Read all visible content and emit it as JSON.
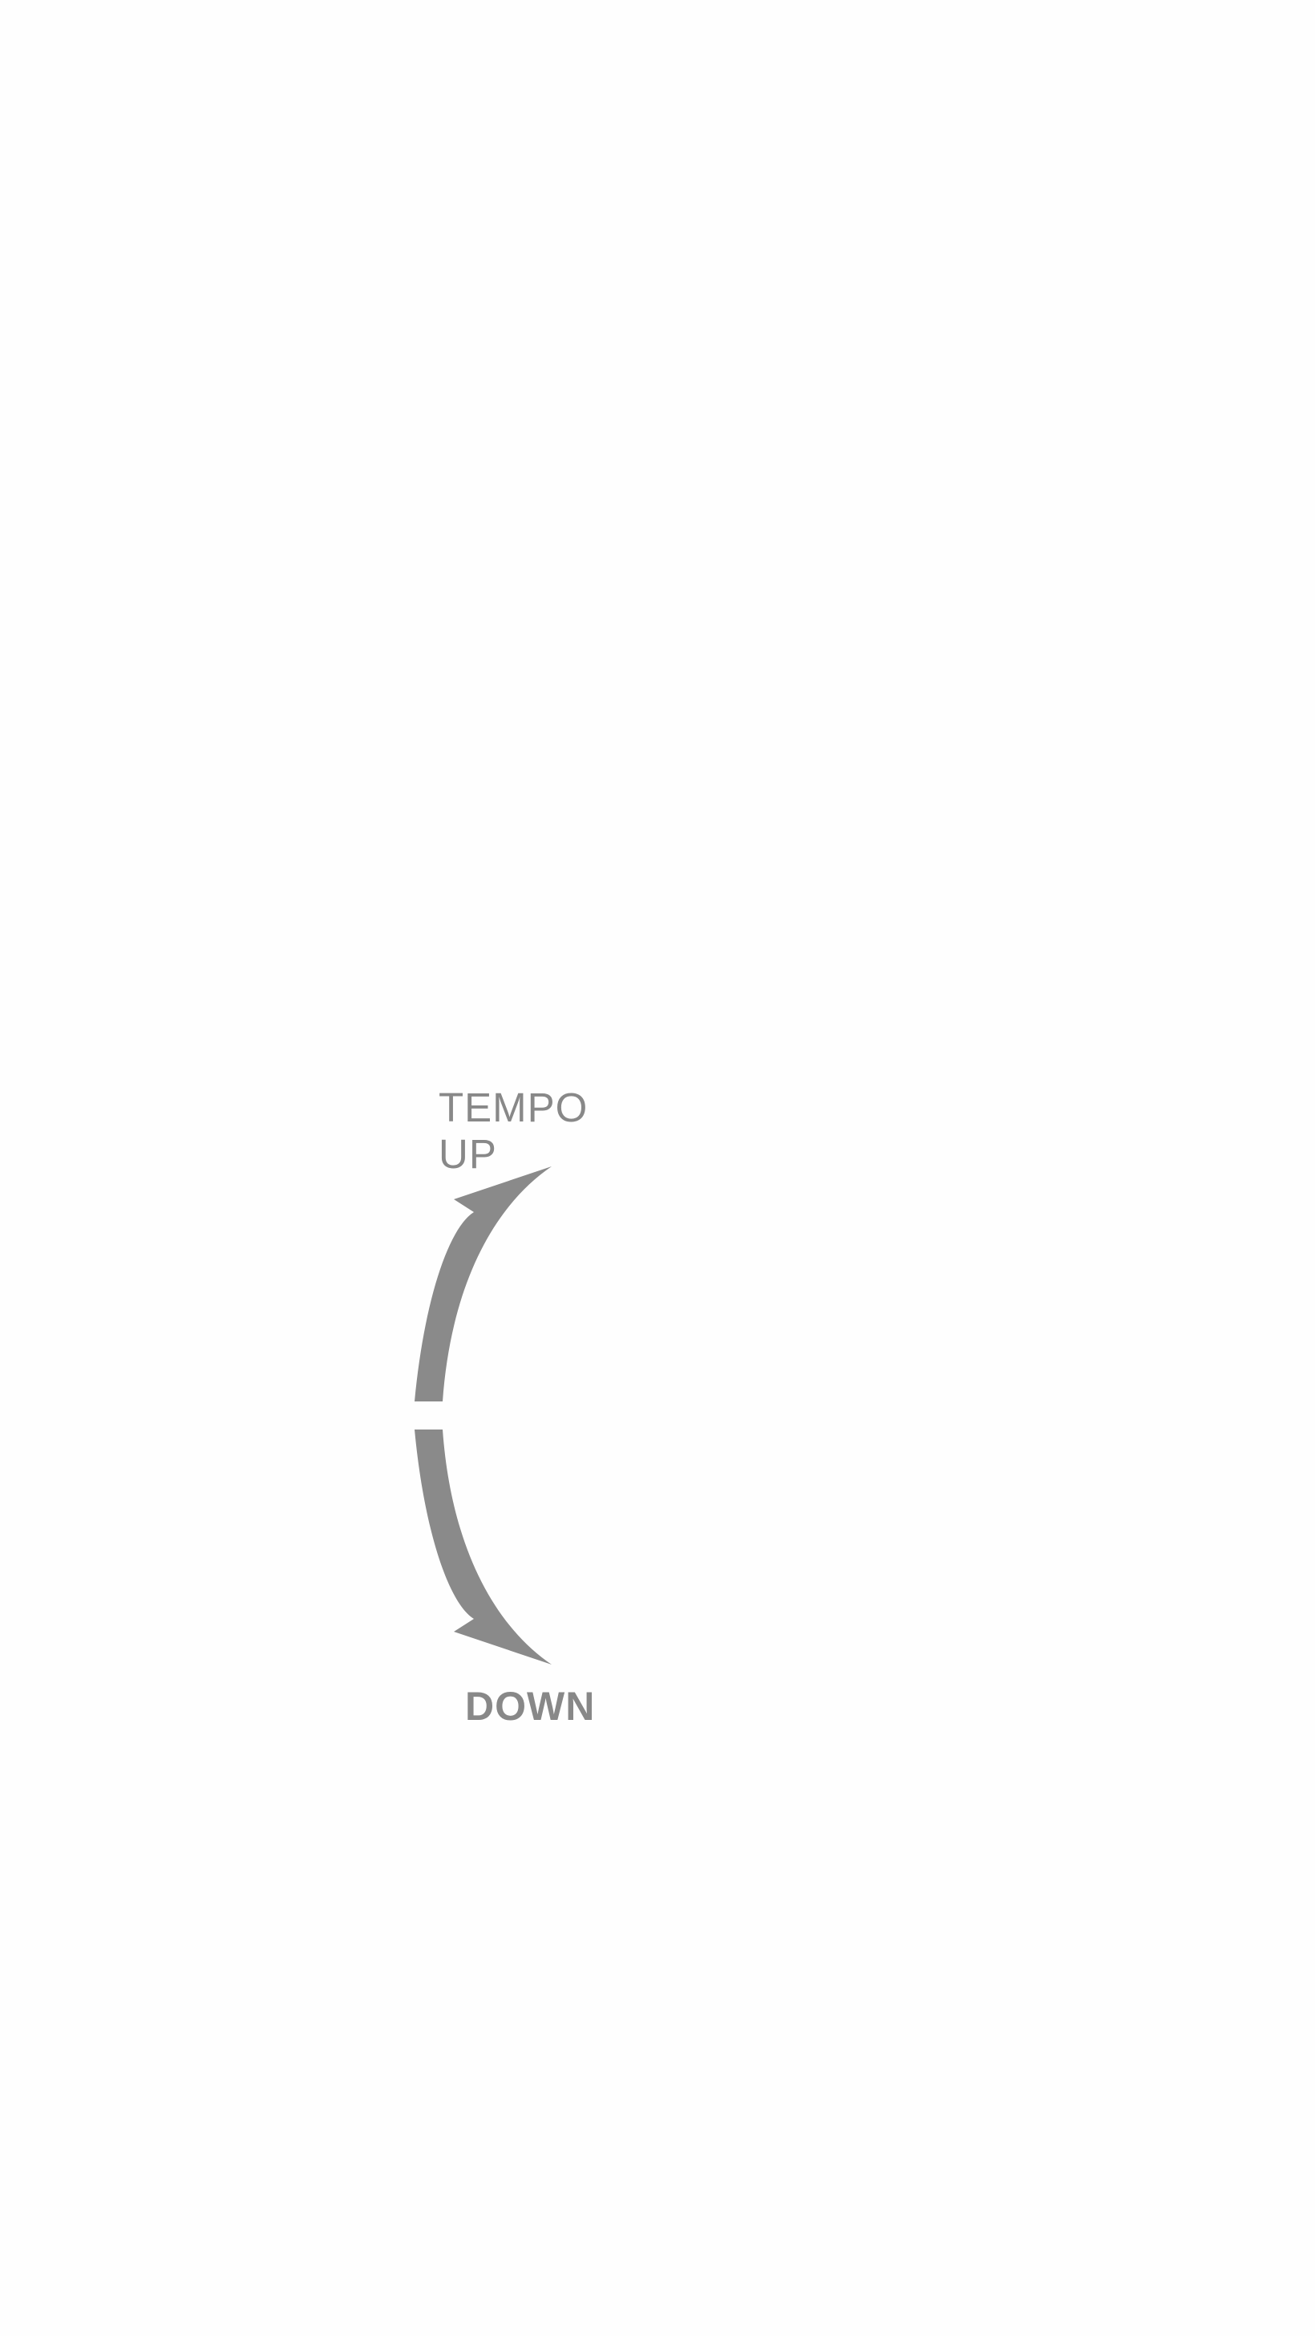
{
  "labels": {
    "up_line1": "TEMPO",
    "up_line2": "UP",
    "down": "DOWN"
  },
  "colors": {
    "background": "#fefefe",
    "arrow": "#8a8a8a",
    "text": "#888888"
  },
  "icons": {
    "up_arrow": "curved-arrow-up-icon",
    "down_arrow": "curved-arrow-down-icon"
  }
}
